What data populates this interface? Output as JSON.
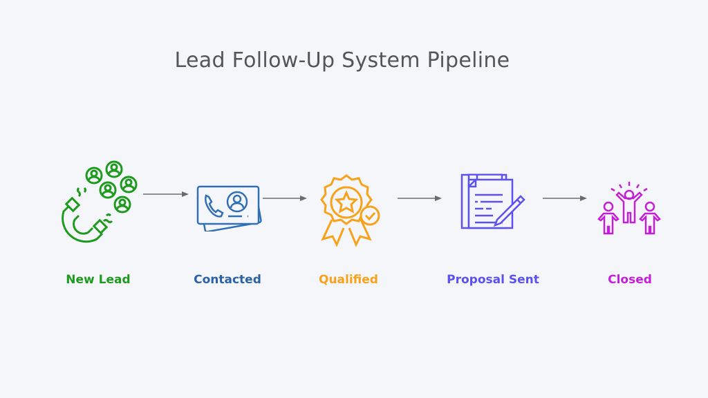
{
  "title": "Lead Follow-Up System Pipeline",
  "stages": [
    {
      "label": "New Lead",
      "icon": "magnet-attracting-people-icon",
      "color": "#1e9a1e"
    },
    {
      "label": "Contacted",
      "icon": "contact-card-icon",
      "color": "#2b62a6"
    },
    {
      "label": "Qualified",
      "icon": "award-badge-check-icon",
      "color": "#f7a21b"
    },
    {
      "label": "Proposal Sent",
      "icon": "document-pen-icon",
      "color": "#5b50f0"
    },
    {
      "label": "Closed",
      "icon": "celebrating-people-icon",
      "color": "#c21fd6"
    }
  ],
  "arrow_color": "#6b6b6b"
}
